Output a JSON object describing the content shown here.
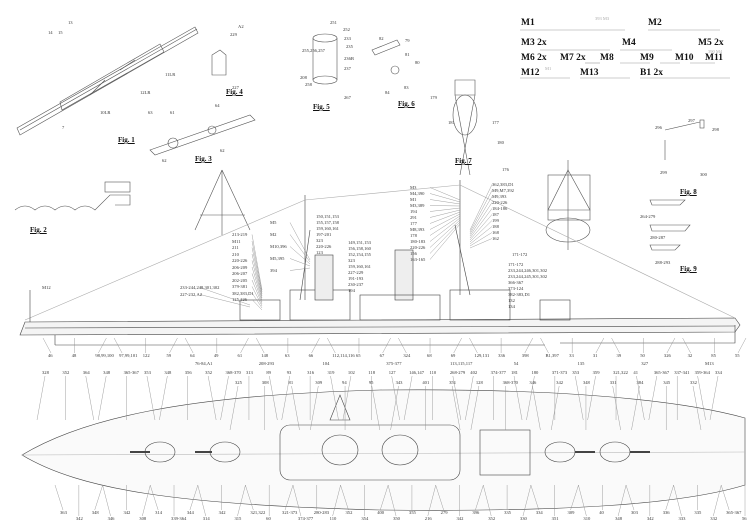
{
  "figures": {
    "fig1": {
      "title": "Fig. 1",
      "labels": [
        "13",
        "14",
        "15",
        "11LR",
        "12LR",
        "10LR",
        "7"
      ]
    },
    "fig2": {
      "title": "Fig. 2"
    },
    "fig3": {
      "title": "Fig. 3",
      "labels": [
        "63",
        "61",
        "64",
        "62",
        "62"
      ]
    },
    "fig4": {
      "title": "Fig. 4",
      "labels": [
        "A2",
        "229",
        "227"
      ]
    },
    "fig5": {
      "title": "Fig. 5",
      "labels": [
        "251",
        "252",
        "233",
        "235",
        "236B",
        "237",
        "255,256,257",
        "208",
        "258",
        "267"
      ]
    },
    "fig6": {
      "title": "Fig. 6",
      "labels": [
        "82",
        "79",
        "81",
        "80",
        "84",
        "83"
      ]
    },
    "fig7": {
      "title": "Fig. 7",
      "labels": [
        "179",
        "181",
        "177",
        "180",
        "176"
      ]
    },
    "fig8": {
      "title": "Fig. 8",
      "labels": [
        "297",
        "298",
        "296",
        "299",
        "300"
      ]
    },
    "fig9": {
      "title": "Fig. 9",
      "labels": [
        "264-279",
        "280-287",
        "288-293"
      ]
    }
  },
  "legend": [
    {
      "label": "M1",
      "note": "393 M3"
    },
    {
      "label": "M2"
    },
    {
      "label": "M3  2x"
    },
    {
      "label": "M4"
    },
    {
      "label": "M5  2x",
      "note": "390 M4"
    },
    {
      "label": "M6  2x"
    },
    {
      "label": "M7  2x"
    },
    {
      "label": "M8"
    },
    {
      "label": "M9"
    },
    {
      "label": "M10"
    },
    {
      "label": "M11"
    },
    {
      "label": "M12",
      "note": "M1"
    },
    {
      "label": "M13"
    },
    {
      "label": "B1  2x"
    }
  ],
  "side_view": {
    "left_callouts": [
      "213-219",
      "M11",
      "211",
      "210",
      "220-226",
      "206-209",
      "206-207",
      "202-205",
      "379-381",
      "382,383,D1",
      "125,126"
    ],
    "stern_callouts": [
      "233-244,248,301,302",
      "227-232,A2"
    ],
    "stern_flag": "M12",
    "fore_callouts": [
      "M5",
      "M2",
      "M10,396",
      "M5,395",
      "394"
    ],
    "funnel_callouts": [
      "150,151,153",
      "155,157,158",
      "159,160,161",
      "197-201",
      "323",
      "220-226",
      "123"
    ],
    "funnel2_callouts": [
      "149,151,153",
      "156,158,160",
      "152,154,155",
      "323",
      "159,160,161",
      "227-229",
      "191-193",
      "230-237",
      "194"
    ],
    "mast_callouts": [
      "M3",
      "M4,390",
      "M1",
      "M3,389",
      "194",
      "291",
      "177",
      "M8,393",
      "178",
      "180-183",
      "220-226",
      "156",
      "163-165"
    ],
    "main_mast_callouts": [
      "362,383,D1",
      "M9,M7,392",
      "M9,393",
      "220-226",
      "184-186",
      "187",
      "199",
      "188",
      "168",
      "162"
    ],
    "bow_callouts": [
      "171-172",
      "233,244,246,301,302",
      "233,244,245,301,302",
      "366-367",
      "373-124",
      "382-383,D1",
      "132",
      "134"
    ],
    "bottom_row": [
      "46",
      "48",
      "98,99,100",
      "97,99,101",
      "122",
      "59",
      "64",
      "49",
      "61",
      "148",
      "63",
      "66",
      "112,114,116",
      "65",
      "67",
      "324",
      "68",
      "69",
      "129,131",
      "336",
      "398",
      "B1,397",
      "33",
      "31",
      "39",
      "50",
      "326",
      "32",
      "85",
      "55"
    ],
    "bottom_row2": [
      "76-84,A1",
      "208-293",
      "104",
      "375-377",
      "113,115,117",
      "54",
      "135",
      "327",
      "M13"
    ]
  },
  "plan_view": {
    "top_row": [
      "328",
      "352",
      "364",
      "348",
      "365-367",
      "353",
      "348",
      "356",
      "352",
      "368-370",
      "313",
      "89",
      "93",
      "316",
      "319",
      "102",
      "118",
      "127",
      "146,147",
      "110",
      "268-279",
      "402",
      "374-377",
      "181",
      "180",
      "371-373",
      "353",
      "359",
      "321,322",
      "41",
      "365-367",
      "337-341",
      "359-364",
      "334"
    ],
    "top_row2": [
      "325",
      "308",
      "81",
      "309",
      "94",
      "95",
      "343",
      "401",
      "351",
      "128",
      "368-370",
      "346",
      "342",
      "348",
      "331",
      "384",
      "345",
      "332"
    ],
    "bottom_row": [
      "363",
      "342",
      "348",
      "346",
      "342",
      "308",
      "314",
      "339-364",
      "344",
      "314",
      "342",
      "315",
      "321,322",
      "60",
      "321-373",
      "374-377",
      "280-283",
      "110",
      "352",
      "354",
      "400",
      "350",
      "355",
      "216",
      "279",
      "342",
      "396",
      "352",
      "335",
      "330",
      "334",
      "351",
      "309",
      "310",
      "40",
      "348",
      "303",
      "342",
      "336",
      "333",
      "335",
      "332",
      "365-367",
      "56"
    ]
  }
}
